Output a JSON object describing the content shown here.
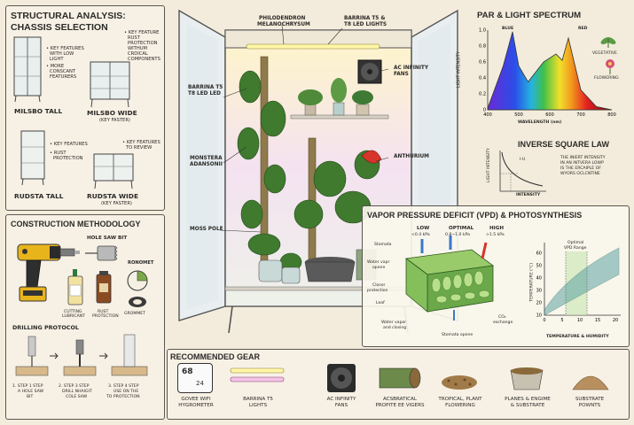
{
  "chassis": {
    "title_line1": "STRUCTURAL ANALYSIS:",
    "title_line2": "CHASSIS SELECTION",
    "milsbo_tall": {
      "name": "MILSBO TALL",
      "bullets": [
        "• KEY FEATURES",
        "WITH LOW",
        "LIGHT",
        "• MORE",
        "CONSCANT",
        "FEATURERS"
      ]
    },
    "milsbo_wide": {
      "name": "MILSBO WIDE",
      "sub": "(KEY FASTER)",
      "bullets": [
        "• KEY FEATURE",
        "RUST",
        "PROTECTION",
        "WITHUM",
        "CRDICAL",
        "COMPONENTS"
      ]
    },
    "rudsta_tall": {
      "name": "RUDSTA TALL",
      "bullets": [
        "• KEY FEATURES",
        "• RUST",
        "PROTECTION"
      ]
    },
    "rudsta_wide": {
      "name": "RUDSTA WIDE",
      "sub": "(KEY FASTER)",
      "bullets": [
        "• KEY FEATURES",
        "TO REVIEW"
      ]
    }
  },
  "construction": {
    "title": "CONSTRUCTION METHODOLOGY",
    "hole_saw": "HOLE SAW BIT",
    "ronomet": "RONOMET",
    "cutting": [
      "CUTTING",
      "LUBRICANT"
    ],
    "rust": [
      "RUST",
      "PROTECTION"
    ],
    "grommet": "GROMMET",
    "drilling_title": "DRILLING PROTOCOL",
    "steps": [
      [
        "1. STEP 1 STEP",
        "A HOLE SAW",
        "BIT"
      ],
      [
        "2. STEP 3 STEP",
        "DRILL NHAIGIT",
        "COLE SAW"
      ],
      [
        "3. STEP 4 STEP",
        "USE ON THE",
        "TO PROTECTION"
      ]
    ]
  },
  "cabinet": {
    "labels": {
      "philodendron": [
        "PHILODENDRON",
        "MELANOCHRYSUM"
      ],
      "barrina_top": [
        "BARRINA T5 &",
        "T8 LED LIGHTS"
      ],
      "barrina_left": [
        "BARRINA T5",
        "T8 LED LED"
      ],
      "ac_fans": [
        "AC INFINITY",
        "FANS"
      ],
      "monstera": [
        "MONSTERA",
        "ADANSONII"
      ],
      "anthurium": "ANTHURIUM",
      "moss_pole": "MOSS POLE"
    }
  },
  "par": {
    "title": "PAR & LIGHT SPECTRUM",
    "ylabel": "LIGHT INTENSITY",
    "xlabel": "WAVELENGTH (nm)",
    "blue": "BLUE",
    "red": "RED",
    "vegetative": "VEGETATIVE",
    "flowering": "FLOWERING",
    "chart_data": {
      "type": "area",
      "x": [
        400,
        450,
        480,
        500,
        530,
        580,
        620,
        640,
        660,
        700,
        750,
        800
      ],
      "y": [
        0.02,
        0.55,
        0.98,
        0.55,
        0.35,
        0.6,
        0.7,
        0.62,
        0.9,
        0.25,
        0.04,
        0.0
      ],
      "xticks": [
        "400",
        "500",
        "600",
        "700",
        "800"
      ],
      "yticks": [
        "0",
        "0.2",
        "0.4",
        "0.6",
        "0.8",
        "1.0"
      ],
      "xlim": [
        400,
        800
      ],
      "ylim": [
        0,
        1.0
      ]
    }
  },
  "isl": {
    "title": "INVERSE SQUARE LAW",
    "ylabel": "LIGHT INTENSITY",
    "xlabel": "INTENSITY",
    "curve_label": "I-U",
    "note": [
      "THE INIERT INTENSITY",
      "IN AN INTVERA LOWP",
      "IS THE ERCAIPLE OF",
      "WYORS OCLCNTINE"
    ]
  },
  "vpd": {
    "title": "VAPOR PRESSURE DEFICIT (VPD) & PHOTOSYNTHESIS",
    "low": [
      "LOW",
      "<0.4 kPa"
    ],
    "optimal": [
      "OPTIMAL",
      "0.8~1.0 kPa"
    ],
    "high": [
      "HIGH",
      ">1.5 kPa"
    ],
    "stomata": "Stomata",
    "water_vapr": [
      "Water vapr",
      "opene"
    ],
    "closer": [
      "Closer",
      "protection"
    ],
    "leaf": "Leaf",
    "water_closing": [
      "Water vapor",
      "and closing"
    ],
    "stomata_opene": "Stomata opene",
    "co2": [
      "CO₂",
      "exchange"
    ],
    "chart": {
      "ylabel": "TEMPERATURE (°C)",
      "xlabel": "TEMPERATURE & HUMIDITY",
      "range_label": [
        "Optimal",
        "VPD Range"
      ],
      "xticks": [
        "0",
        "5",
        "10",
        "15",
        "20"
      ],
      "yticks": [
        "10",
        "20",
        "30",
        "40",
        "50",
        "60"
      ]
    }
  },
  "gear": {
    "title": "RECOMMENDED GEAR",
    "items": [
      [
        "GOVEE WIFI",
        "HYGROMETER"
      ],
      [
        "BARRINA T5",
        "LIGHTS"
      ],
      [
        "AC INFINITY",
        "FANS"
      ],
      [
        "ACSBRATICAL",
        "PROPITE EE VIGERS"
      ],
      [
        "TROPICAL, PLANT",
        "FLOWERING"
      ],
      [
        "PLANES & ENGIME",
        "& SUBSTRATE"
      ],
      [
        "SUBSTRATE",
        "POWNTS"
      ]
    ],
    "hygro_readout": [
      "68",
      "24"
    ]
  }
}
